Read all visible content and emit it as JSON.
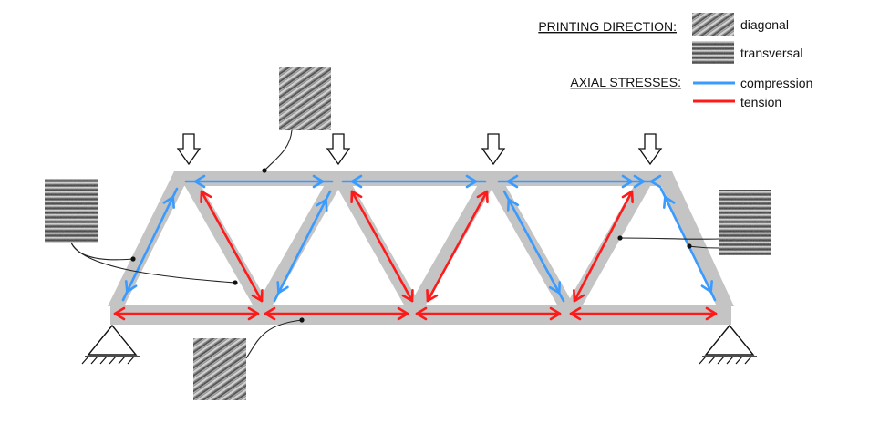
{
  "legend": {
    "printing_direction_title": "PRINTING DIRECTION:",
    "diagonal_label": "diagonal",
    "transversal_label": "transversal",
    "axial_stresses_title": "AXIAL STRESSES:",
    "compression_label": "compression",
    "tension_label": "tension"
  },
  "colors": {
    "compression": "#3a9bff",
    "tension": "#ff1a1a",
    "truss_body": "#c4c4c4",
    "leader": "#222222"
  },
  "pattern_icons": [
    "diagonal-print-texture",
    "transversal-print-texture"
  ],
  "support_icons": [
    "pin-support-icon",
    "pin-support-icon"
  ],
  "load_icons": [
    "down-arrow-load-icon",
    "down-arrow-load-icon",
    "down-arrow-load-icon",
    "down-arrow-load-icon"
  ]
}
